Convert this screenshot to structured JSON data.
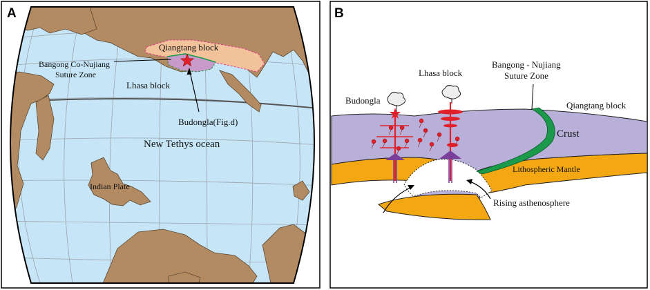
{
  "panel_a": {
    "letter": "A",
    "labels": {
      "qiangtang": "Qiangtang block",
      "bangong_line1": "Bangong Co-Nujiang",
      "bangong_line2": "Suture Zone",
      "lhasa": "Lhasa block",
      "budongla": "Budongla(Fig.d)",
      "ocean": "New Tethys ocean",
      "indian": "Indian Plate"
    }
  },
  "panel_b": {
    "letter": "B",
    "labels": {
      "suture_line1": "Bangong - Nujiang",
      "suture_line2": "Suture Zone",
      "lhasa": "Lhasa block",
      "qiangtang": "Qiangtang block",
      "budongla": "Budongla",
      "crust": "Crust",
      "mantle": "Lithospheric Mantle",
      "rising": "Rising asthenosphere"
    }
  },
  "colors": {
    "ocean": "#c6e6f7",
    "land": "#b38b62",
    "crust": "#b8b0d8",
    "mantle": "#f3a712",
    "suture": "#1a9a4a",
    "magma": "#e0202a",
    "root": "#7a3f9a",
    "qiangtang_fill": "#f2c29a",
    "lhasa_fill": "#c79ac9"
  }
}
